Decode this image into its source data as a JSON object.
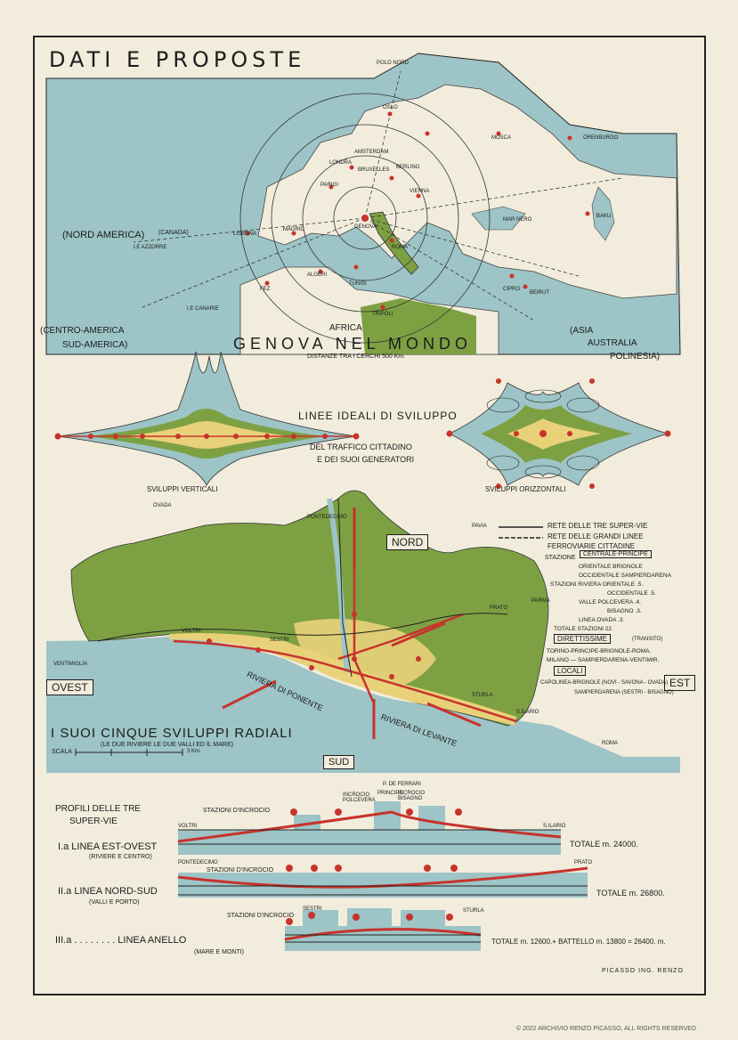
{
  "colors": {
    "sea": "#9dc4c6",
    "land": "#f2ecdd",
    "green": "#7da043",
    "yellow": "#e9d17a",
    "red": "#c8332c",
    "ink": "#1c1c1c",
    "paper": "#f2ecdd"
  },
  "header": {
    "title": "DATI E PROPOSTE"
  },
  "world_map": {
    "title": "GENOVA NEL MONDO",
    "subtitle": "DISTANZE TRA I CERCHI 500 Km.",
    "labels": {
      "nord_america": "(NORD AMERICA)",
      "centro_america": "(CENTRO-AMERICA",
      "sud_america": "SUD-AMERICA)",
      "asia": "(ASIA",
      "australia": "AUSTRALIA",
      "polinesia": "POLINESIA)",
      "africa": "AFRICA",
      "canada": "(CANADA)",
      "azzorre": "I.E AZZORRE",
      "canarie": "I.E CANARIE",
      "polo_nord": "POLO NORD",
      "madrid": "MADRID",
      "lisbona": "LISBONA",
      "parigi": "PARIGI",
      "londra": "LONDRA",
      "bruxelles": "BRUXELLES",
      "berlino": "BERLINO",
      "vienna": "VIENNA",
      "roma": "ROMA",
      "genova": "GENOVA",
      "tunisi": "TUNISI",
      "algeri": "ALGERI",
      "tripoli": "TRIPOLI",
      "mosca": "MOSCA",
      "beirut": "BEIRUT",
      "mar_nero": "MAR NERO",
      "baku": "BAKU",
      "oslo": "OSLO",
      "amsterdam": "AMSTERDAM",
      "fez": "FEZ",
      "cipro": "CIPRO",
      "orenburgo": "ORENBURGO"
    }
  },
  "diagrams": {
    "title": "LINEE IDEALI DI SVILUPPO",
    "subtitle1": "DEL TRAFFICO CITTADINO",
    "subtitle2": "E DEI SUOI GENERATORI",
    "verticali": "SVILUPPI VERTICALI",
    "orizzontali": "SVILUPPI ORIZZONTALI"
  },
  "city_map": {
    "nord": "NORD",
    "sud": "SUD",
    "est": "EST",
    "ovest": "OVEST",
    "title": "I SUOI CINQUE SVILUPPI RADIALI",
    "subtitle": "(LE DUE RIVIERE LE DUE VALLI ED IL MARE)",
    "scala": "SCALA",
    "scala_unit": "3 Km.",
    "places": {
      "ovada": "OVADA",
      "pontedecimo": "PONTEDECIMO",
      "pavia": "PAVIA",
      "parma": "PARMA",
      "prato": "PRATO",
      "voltri": "VOLTRI",
      "sestri": "SESTRI",
      "ventimiglia": "VENTIMIGLIA",
      "sturla": "STURLA",
      "s_ilario": "S.ILARIO",
      "roma": "ROMA",
      "riviera_ponente": "RIVIERA DI PONENTE",
      "riviera_levante": "RIVIERA DI LEVANTE"
    },
    "legend": {
      "l1": "RETE DELLE TRE SUPER-VIE",
      "l2": "RETE DELLE GRANDI LINEE",
      "l3": "FERROVIARIE CITTADINE",
      "stazione": "STAZIONE",
      "centrale": "CENTRALE-PRINCIPE",
      "r1": "ORIENTALE BRIGNOLE",
      "r2": "OCCIDENTALE SAMPIERDARENA",
      "r3": "STAZIONI RIVIERA ORIENTALE .5.",
      "r4": "OCCIDENTALE .5.",
      "r5": "VALLE POLCEVERA .4.",
      "r6": "BISAGNO .3.",
      "r7": "LINEA OVADA .3.",
      "r8": "TOTALE STAZIONI 22",
      "direttissime": "DIRETTISSIME",
      "transito": "(TRANSITO)",
      "d1": "TORINO-PRINCIPE-BRIGNOLE-ROMA.",
      "d2": "MILANO — SAMPIERDARENA-VENTIMIR.",
      "locali": "LOCALI",
      "c1": "CAPOLINEA-BRIGNOLE (NOVI - SAVONA - OVADA)",
      "c2": "SAMPIERDARENA (SESTRI - BISAGNO)"
    }
  },
  "profiles": {
    "title1": "PROFILI DELLE TRE",
    "title2": "SUPER-VIE",
    "stazioni": "STAZIONI D'INCROCIO",
    "l1_name": "I.a LINEA EST-OVEST",
    "l1_sub": "(RIVIERE E CENTRO)",
    "l1_total": "TOTALE m. 24000.",
    "l2_name": "II.a LINEA NORD-SUD",
    "l2_sub": "(VALLI E PORTO)",
    "l2_total": "TOTALE m. 26800.",
    "l3_name": "III.a . . . . . . . . LINEA ANELLO",
    "l3_sub": "(MARE E MONTI)",
    "l3_total": "TOTALE m. 12600.+ BATTELLO m. 13800 = 26400. m.",
    "incrocio_polcevera": "INCROCIO POLCEVERA",
    "incrocio_bisagno": "INCROCIO BISAGNO",
    "principe": "PRINCIPE",
    "deferrari": "P. DE FERRARI",
    "voltri": "VOLTRI",
    "s_ilario": "S.ILARIO",
    "pontedecimo": "PONTEDECIMO",
    "prato": "PRATO",
    "sestri": "SESTRI",
    "sturla": "STURLA"
  },
  "footer": {
    "signature": "PICASSO ING. RENZO",
    "copyright": "© 2022 ARCHIVIO RENZO PICASSO, ALL RIGHTS RESERVED"
  }
}
